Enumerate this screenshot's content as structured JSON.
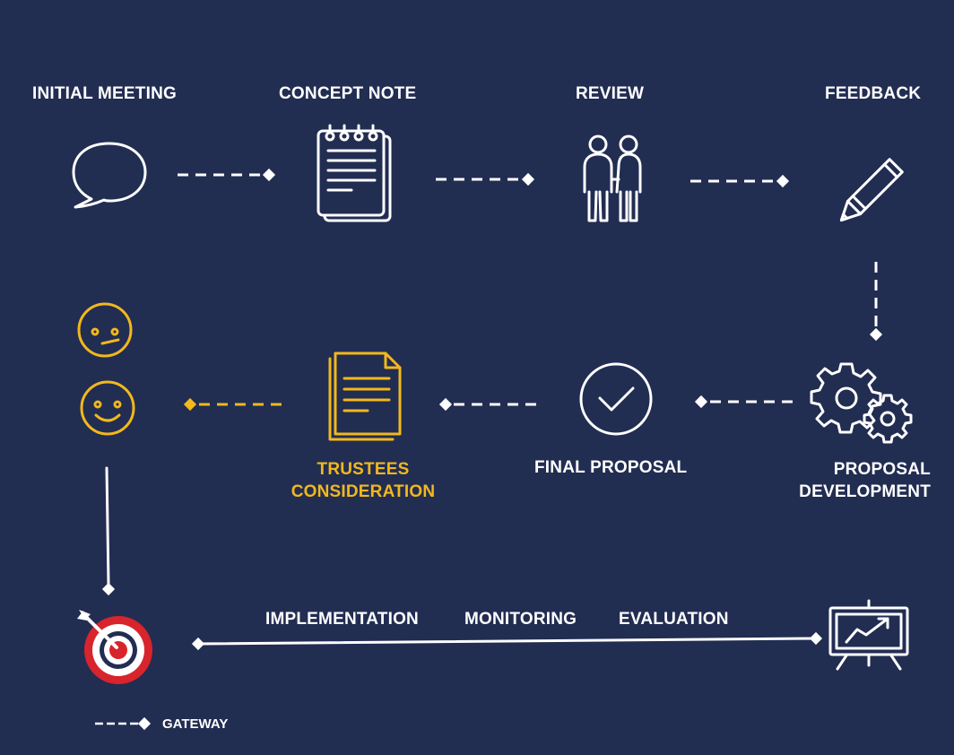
{
  "steps": {
    "initial_meeting": "INITIAL MEETING",
    "concept_note": "CONCEPT NOTE",
    "review": "REVIEW",
    "feedback": "FEEDBACK",
    "proposal_development": [
      "PROPOSAL",
      "DEVELOPMENT"
    ],
    "final_proposal": "FINAL PROPOSAL",
    "trustees_consideration": [
      "TRUSTEES",
      "CONSIDERATION"
    ]
  },
  "bottom_phases": [
    "IMPLEMENTATION",
    "MONITORING",
    "EVALUATION"
  ],
  "legend": {
    "label": "GATEWAY"
  },
  "colors": {
    "background": "#222d52",
    "line": "#ffffff",
    "accent": "#f2b81c",
    "target_red": "#d8242c"
  },
  "icons": {
    "initial_meeting": "speech-bubble-icon",
    "concept_note": "notepad-icon",
    "review": "people-icon",
    "feedback": "pencil-icon",
    "proposal_development": "gears-icon",
    "final_proposal": "checkmark-circle-icon",
    "trustees_consideration": "document-icon",
    "outcome": [
      "neutral-face-icon",
      "smiley-face-icon"
    ],
    "implementation": "target-icon",
    "evaluation": "presentation-chart-icon"
  }
}
